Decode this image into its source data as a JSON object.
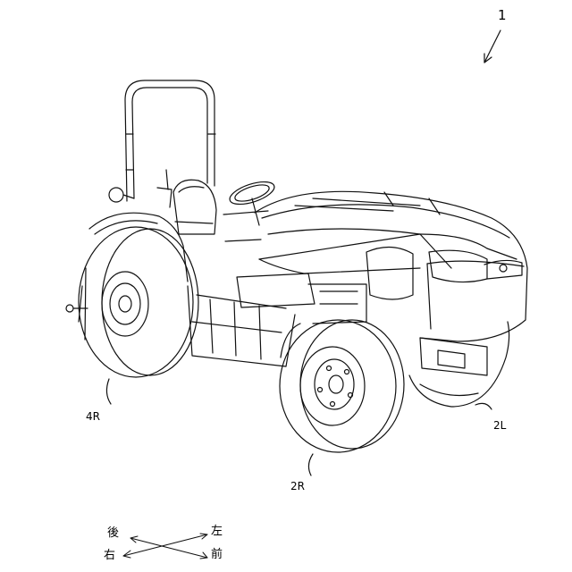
{
  "figure": {
    "ref_number": "1",
    "parts": {
      "rear_right_wheel": "4R",
      "front_right_wheel": "2R",
      "front_left_wheel": "2L"
    }
  },
  "direction_legend": {
    "rear": "後",
    "left": "左",
    "right": "右",
    "front": "前"
  }
}
